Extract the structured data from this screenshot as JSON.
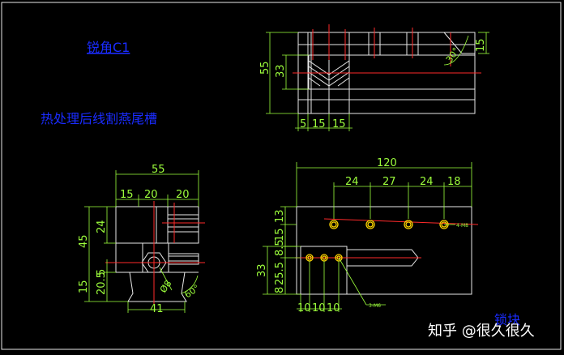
{
  "notes": {
    "chamfer": "锐角C1",
    "process": "热处理后线割燕尾槽",
    "title": "锁块"
  },
  "watermark": "知乎 @很久很久",
  "colors": {
    "background": "#000000",
    "outline": "#e8e8e8",
    "dimension": "#9dff3c",
    "center_line": "#ff2a2a",
    "annotation": "#1a2cff",
    "hole": "#ffd700"
  },
  "top_view": {
    "w1": "5",
    "w2": "15",
    "w3": "15",
    "h1": "55",
    "h2": "33",
    "h3": "15",
    "angle": "30°"
  },
  "side_view": {
    "w_total": "55",
    "w1": "15",
    "w2": "20",
    "w3": "20",
    "h1": "45",
    "h2": "24",
    "h3": "20.5",
    "h4": "5",
    "h5": "15",
    "bottom": "41",
    "dia": "Ø8",
    "angle": "60°"
  },
  "front_view": {
    "w_total": "120",
    "p1": "24",
    "p2": "27",
    "p3": "24",
    "p4": "18",
    "v1": "13",
    "v2": "15",
    "v3": "8.5",
    "v4": "33",
    "v5": "25.5",
    "v6": "8",
    "b1": "10",
    "b2": "10",
    "b3": "10",
    "hole_note_top": "4-M8",
    "hole_note_bottom": "3-M6"
  }
}
